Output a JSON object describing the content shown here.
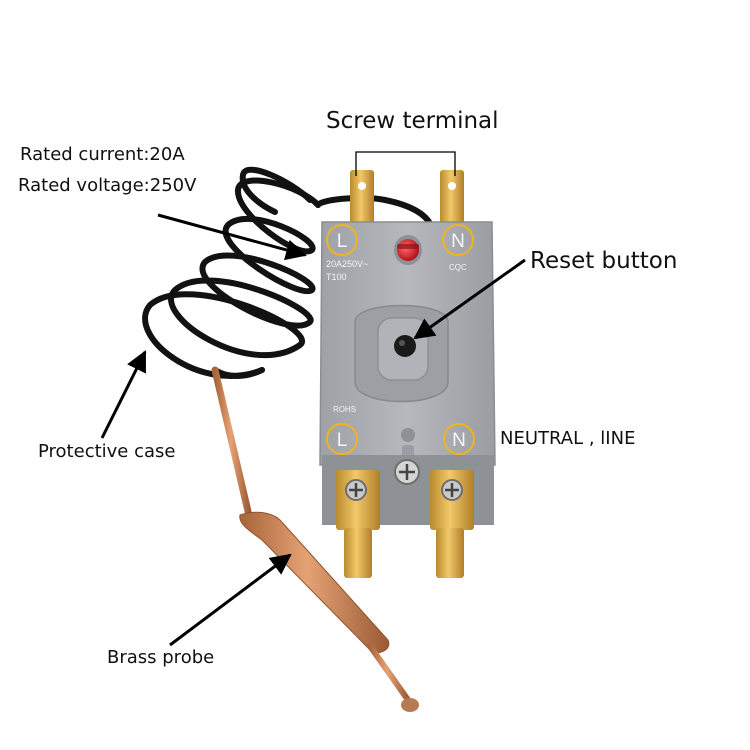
{
  "labels": {
    "screw_terminal": "Screw terminal",
    "rated_current": "Rated current:20A",
    "rated_voltage": "Rated voltage:250V",
    "reset_button": "Reset button",
    "neutral_line": "NEUTRAL , lINE",
    "protective_case": "Protective case",
    "brass_probe": "Brass probe"
  },
  "markings": {
    "terminal_l_top": "L",
    "terminal_n_top": "N",
    "terminal_l_bottom": "L",
    "terminal_n_bottom": "N",
    "rating_line1": "20A250V~",
    "rating_line2": "T100",
    "cqc": "CQC",
    "rohs": "ROHS"
  },
  "colors": {
    "background": "#ffffff",
    "case_gray": "#a9acb0",
    "brass": "#d9a94a",
    "copper": "#c98555",
    "cable": "#121212",
    "marker_circle": "#f0b323",
    "reset_red": "#d8202a"
  }
}
